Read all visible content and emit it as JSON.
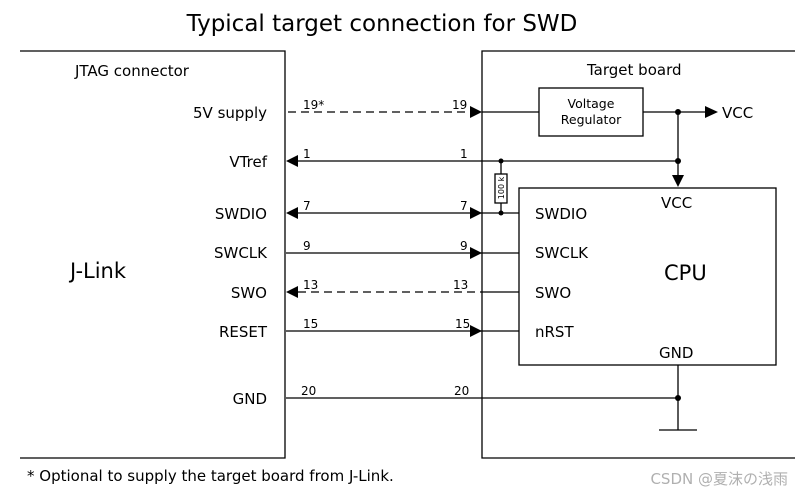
{
  "title": "Typical target connection for SWD",
  "jlink": {
    "header": "JTAG connector",
    "name": "J-Link",
    "signals": [
      "5V supply",
      "VTref",
      "SWDIO",
      "SWCLK",
      "SWO",
      "RESET",
      "GND"
    ]
  },
  "target": {
    "header": "Target board",
    "regulator": [
      "Voltage",
      "Regulator"
    ],
    "vcc_out": "VCC",
    "resistor": "100 k",
    "cpu": {
      "name": "CPU",
      "vcc": "VCC",
      "gnd": "GND",
      "pins": [
        "SWDIO",
        "SWCLK",
        "SWO",
        "nRST"
      ]
    }
  },
  "pins": {
    "supply": "19*",
    "supply_target": "19",
    "vtref": "1",
    "swdio": "7",
    "swclk": "9",
    "swo": "13",
    "reset": "15",
    "gnd": "20"
  },
  "footnote": "* Optional to supply the target board from J-Link.",
  "watermark": "CSDN @夏沫の浅雨"
}
